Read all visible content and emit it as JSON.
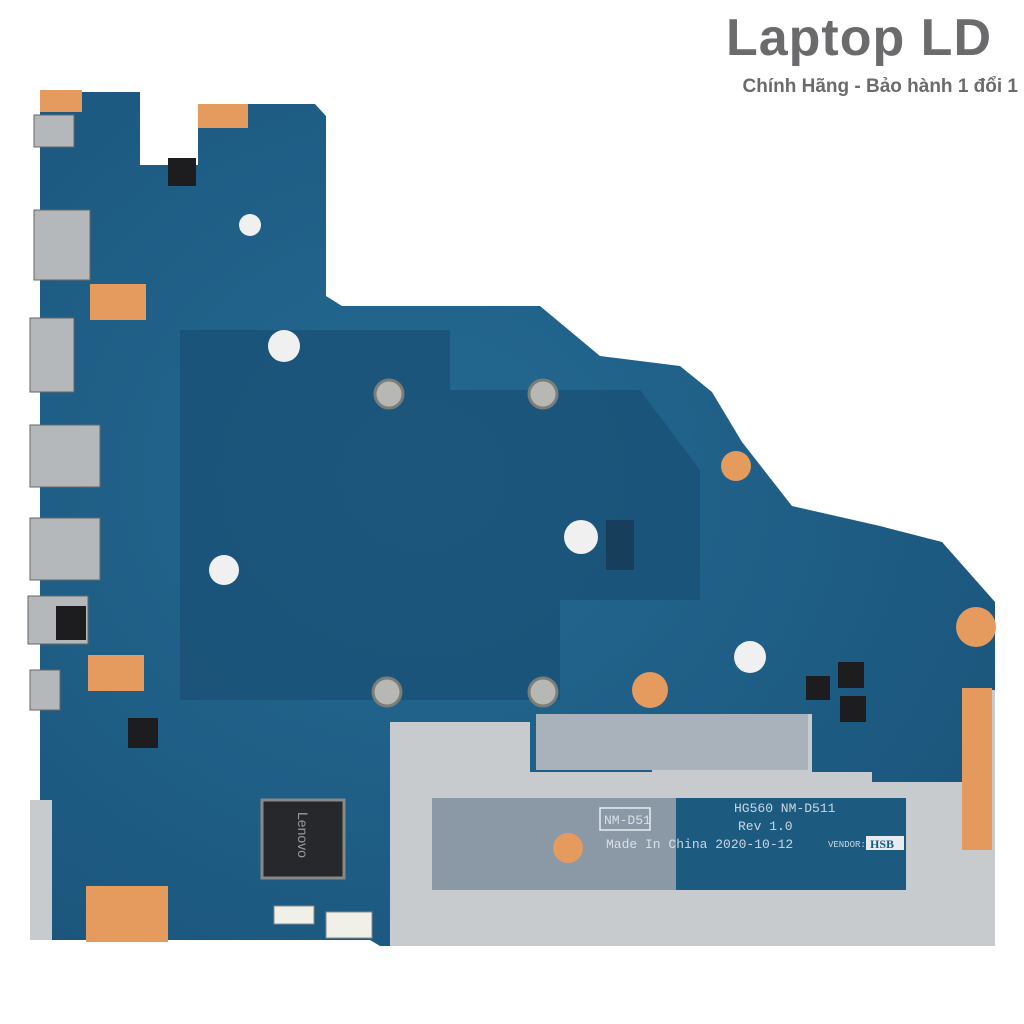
{
  "watermark": {
    "brand": "Laptop LD",
    "tagline": "Chính Hãng - Bảo hành 1 đổi 1"
  },
  "board": {
    "sticker_code": "NM-D51",
    "model": "HG560 NM-D511",
    "revision": "Rev 1.0",
    "made_in": "Made In China 2020-10-12",
    "vendor_label": "VENDOR:",
    "vendor": "HSB",
    "chip_logo": "Lenovo"
  },
  "colors": {
    "pcb": "#1f5f86",
    "pcb_dark": "#184d72",
    "shield": "#c9ccce",
    "pad": "#e59a5e",
    "text": "#6b6b6e"
  }
}
